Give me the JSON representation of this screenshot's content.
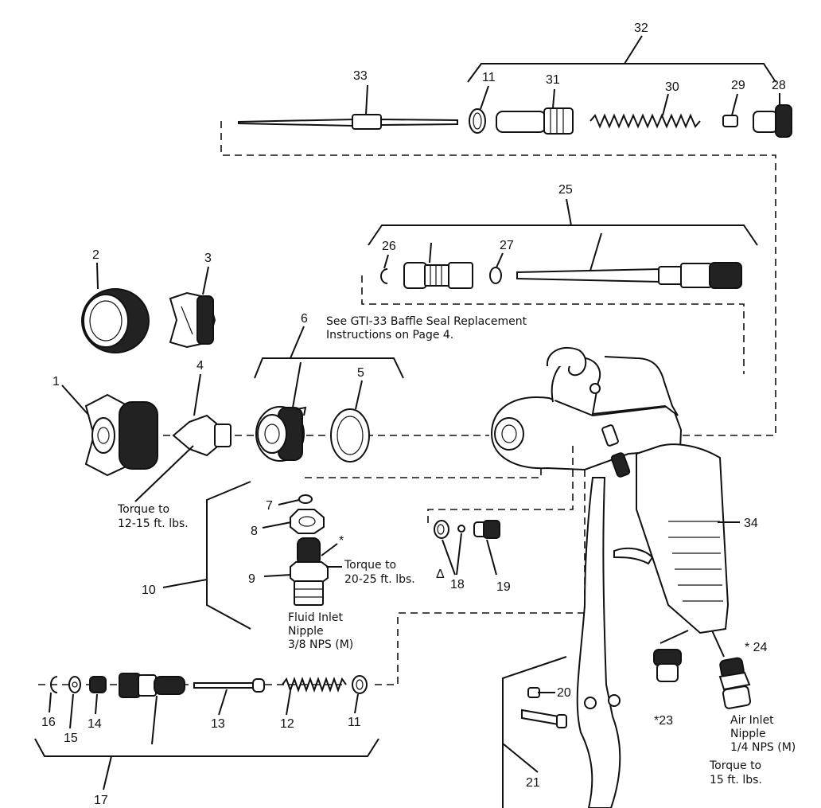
{
  "callouts": {
    "n1": "1",
    "n2": "2",
    "n3": "3",
    "n4": "4",
    "n5": "5",
    "n6": "6",
    "n7": "7",
    "n8": "8",
    "n9": "9",
    "n10": "10",
    "n11a": "11",
    "n11b": "11",
    "n12": "12",
    "n13": "13",
    "n14": "14",
    "n15": "15",
    "n16": "16",
    "n17": "17",
    "n18": "18",
    "n19": "19",
    "n20": "20",
    "n21": "21",
    "n23": "*23",
    "n24": "* 24",
    "n25": "25",
    "n26": "26",
    "n27": "27",
    "n28": "28",
    "n29": "29",
    "n30": "30",
    "n31": "31",
    "n32": "32",
    "n33": "33",
    "n34": "34",
    "asterisk": "*",
    "delta": "Δ"
  },
  "notes": {
    "baffle_1": "See GTI-33 Baffle Seal Replacement",
    "baffle_2": "Instructions on Page 4.",
    "torque4_1": "Torque to",
    "torque4_2": "12-15 ft. lbs.",
    "torque9_1": "Torque to",
    "torque9_2": "20-25 ft. lbs.",
    "fluid_1": "Fluid Inlet",
    "fluid_2": "Nipple",
    "fluid_3": "3/8 NPS (M)",
    "air_1": "Air Inlet",
    "air_2": "Nipple",
    "air_3": "1/4 NPS (M)",
    "torque24_1": "Torque to",
    "torque24_2": "15 ft. lbs."
  }
}
